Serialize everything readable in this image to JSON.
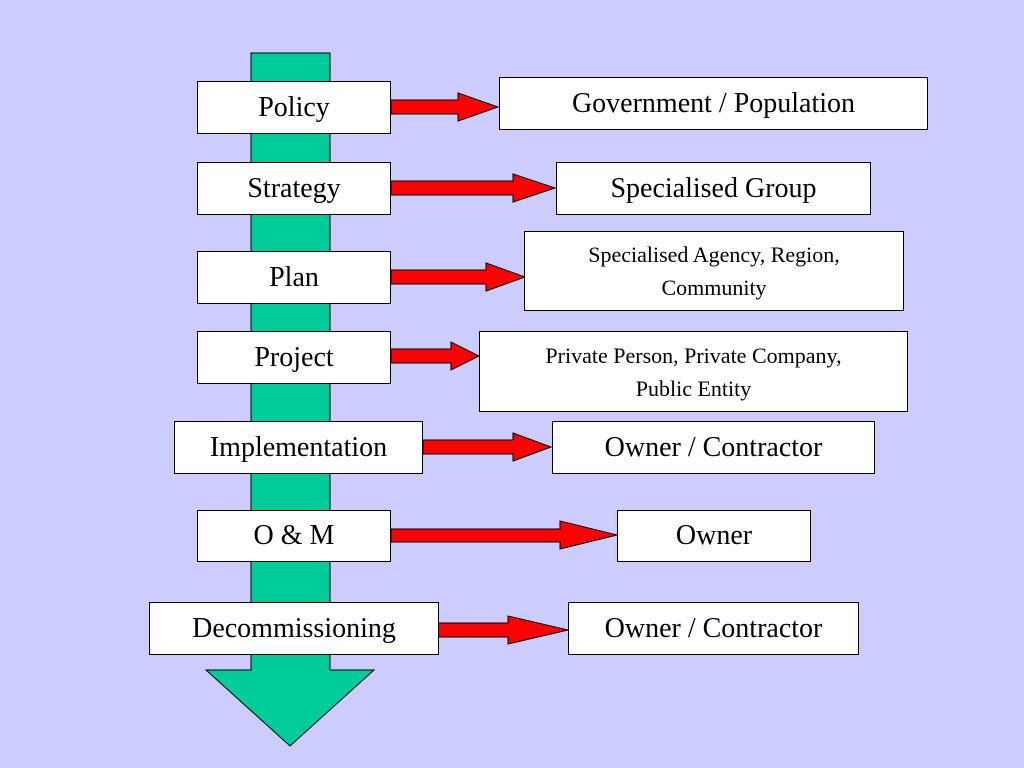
{
  "diagram": {
    "stages": [
      {
        "label": "Policy",
        "responsible": "Government / Population"
      },
      {
        "label": "Strategy",
        "responsible": "Specialised Group"
      },
      {
        "label": "Plan",
        "responsible_lines": [
          "Specialised Agency, Region,",
          "Community"
        ]
      },
      {
        "label": "Project",
        "responsible_lines": [
          "Private Person, Private Company,",
          "Public Entity"
        ]
      },
      {
        "label": "Implementation",
        "responsible": "Owner / Contractor"
      },
      {
        "label": "O & M",
        "responsible": "Owner"
      },
      {
        "label": "Decommissioning",
        "responsible": "Owner / Contractor"
      }
    ]
  },
  "colors": {
    "background": "#ccccff",
    "flow_arrow": "#00cc99",
    "pointer_arrow": "#ff0000"
  }
}
